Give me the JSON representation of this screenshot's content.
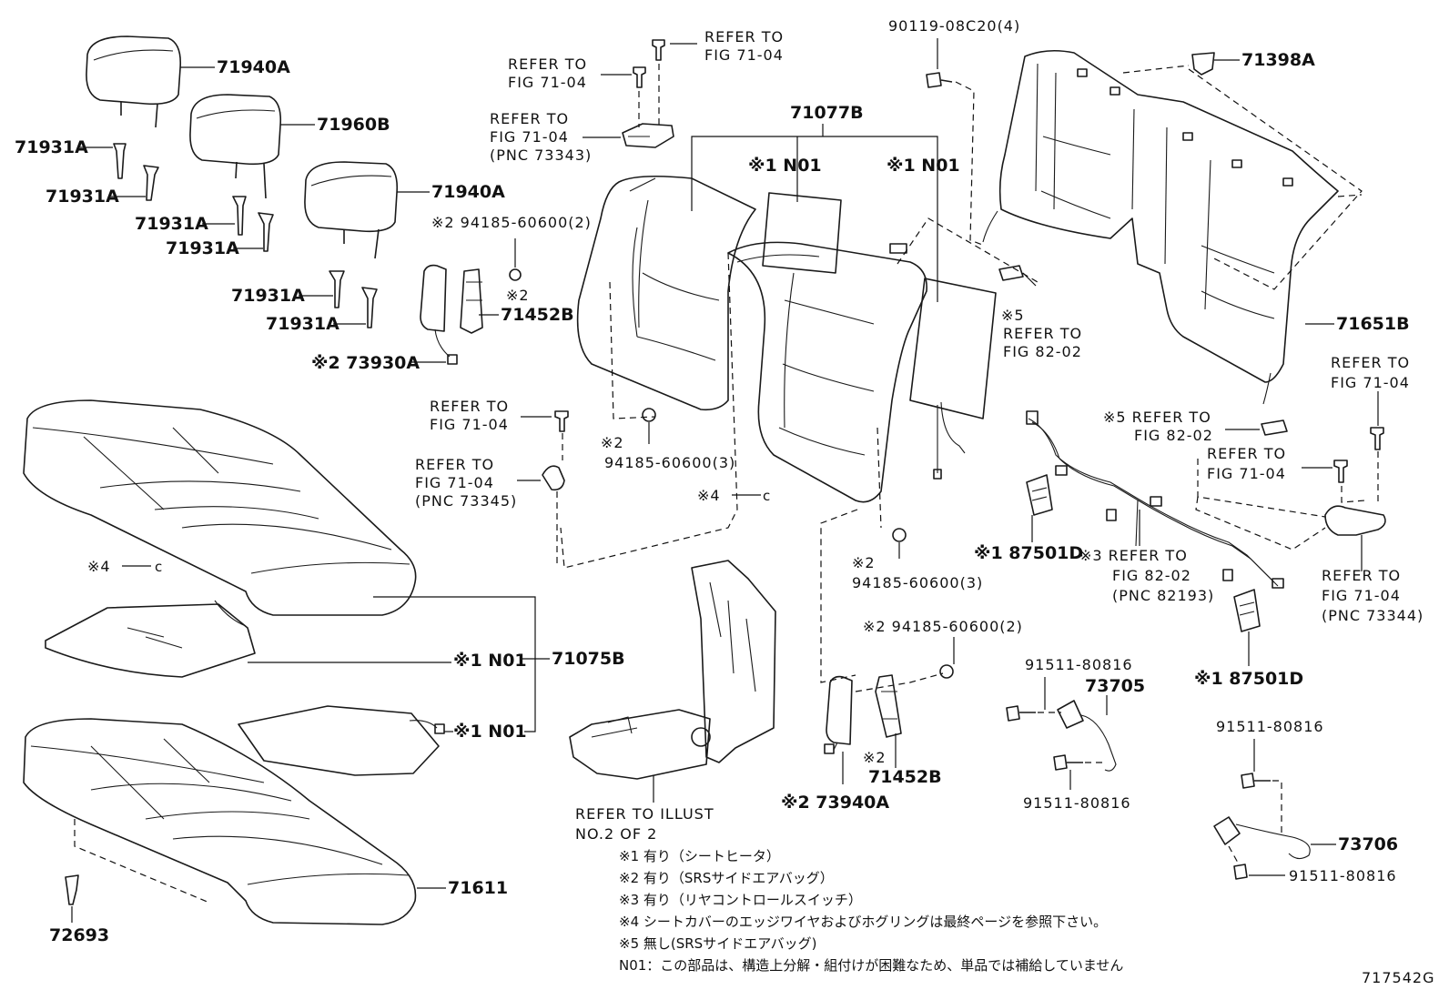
{
  "part_labels": {
    "headrest_top": "71940A",
    "headrest_mid": "71960B",
    "headrest_right": "71940A",
    "support_1": "71931A",
    "support_2": "71931A",
    "support_3": "71931A",
    "support_4": "71931A",
    "support_5": "71931A",
    "support_6": "71931A",
    "back_assy": "71077B",
    "n01_a": "※1 N01",
    "n01_b": "※1 N01",
    "bolt_top": "90119-08C20(4)",
    "clip_top_right": "71398A",
    "back_cover": "71651B",
    "nut_left_back": "※2 94185-60600(2)",
    "nut_left_back_mark": "※2",
    "bracket_left": "71452B",
    "airbag_left": "※2 73930A",
    "nut_center_mark": "※2",
    "nut_center": "94185-60600(3)",
    "cushion_note_left": "※4",
    "cushion_note_mid": "※4",
    "cushion_assy": "71075B",
    "heater_mid": "※1 N01",
    "heater_low": "※1 N01",
    "cushion_cover": "71611",
    "clip_bottom": "72693",
    "nut_mid_mark": "※2",
    "nut_mid": "94185-60600(3)",
    "nut_right_back": "※2 94185-60600(2)",
    "bracket_right_mark": "※2",
    "bracket_right": "71452B",
    "airbag_right": "※2 73940A",
    "bolt_a": "91511-80816",
    "bolt_b": "91511-80816",
    "bolt_c": "91511-80816",
    "bolt_d": "91511-80816",
    "belt_a": "73705",
    "belt_b": "73706",
    "switch_a": "※1 87501D",
    "switch_b": "※1 87501D"
  },
  "references": {
    "ref_top_a": [
      "REFER TO",
      "FIG 71-04"
    ],
    "ref_top_b": [
      "REFER TO",
      "FIG 71-04"
    ],
    "ref_top_c": [
      "REFER TO",
      "FIG 71-04",
      "(PNC 73343)"
    ],
    "ref_mid_a": [
      "REFER TO",
      "FIG 71-04"
    ],
    "ref_mid_b": [
      "REFER TO",
      "FIG 71-04",
      "(PNC 73345)"
    ],
    "ref_82_a": [
      "※5",
      "REFER TO",
      "FIG 82-02"
    ],
    "ref_82_b": [
      "※5 REFER TO",
      "FIG 82-02"
    ],
    "ref_82_c": [
      "※3 REFER TO",
      "FIG 82-02",
      "(PNC 82193)"
    ],
    "ref_right_a": [
      "REFER TO",
      "FIG 71-04"
    ],
    "ref_right_b": [
      "REFER TO",
      "FIG 71-04"
    ],
    "ref_right_c": [
      "REFER TO",
      "FIG 71-04",
      "(PNC 73344)"
    ],
    "ref_illust": [
      "REFER TO ILLUST",
      "NO.2 OF 2"
    ]
  },
  "footnotes": [
    "※1  有り（シートヒータ）",
    "※2  有り（SRSサイドエアバッグ）",
    "※3  有り（リヤコントロールスイッチ）",
    "※4  シートカバーのエッジワイヤおよびホグリングは最終ページを参照下さい。",
    "※5  無し(SRSサイドエアバッグ)",
    "N01：この部品は、構造上分解・組付けが困難なため、単品では補給していません"
  ],
  "figure_id": "717542G"
}
